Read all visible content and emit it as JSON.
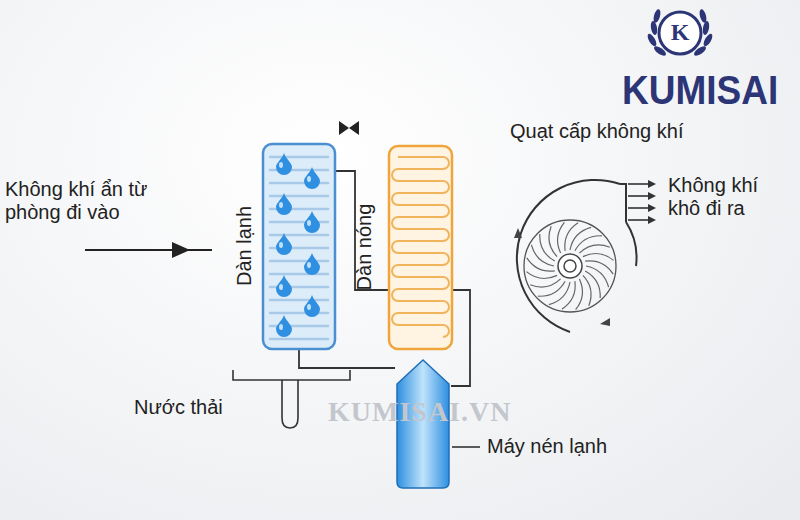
{
  "diagram": {
    "nodes": [
      {
        "text": [
          "Dàn lạnh"
        ]
      },
      {
        "text": [
          "Dàn nóng"
        ]
      },
      {
        "text": [
          "Máy nén lạnh"
        ]
      },
      {
        "text": [
          "Quạt cấp không khí"
        ]
      }
    ],
    "edges": [
      {
        "from": 0,
        "to": 1,
        "arrow": "none"
      },
      {
        "from": 0,
        "to": 2,
        "arrow": "none"
      },
      {
        "from": 2,
        "to": 1,
        "arrow": "none"
      }
    ],
    "labels": [
      "KUMISAI",
      "K",
      "Không khí ẩn từ phòng đi vào",
      "Không khí khô đi ra",
      "Nước thải",
      "KUMISAI.VN"
    ]
  }
}
